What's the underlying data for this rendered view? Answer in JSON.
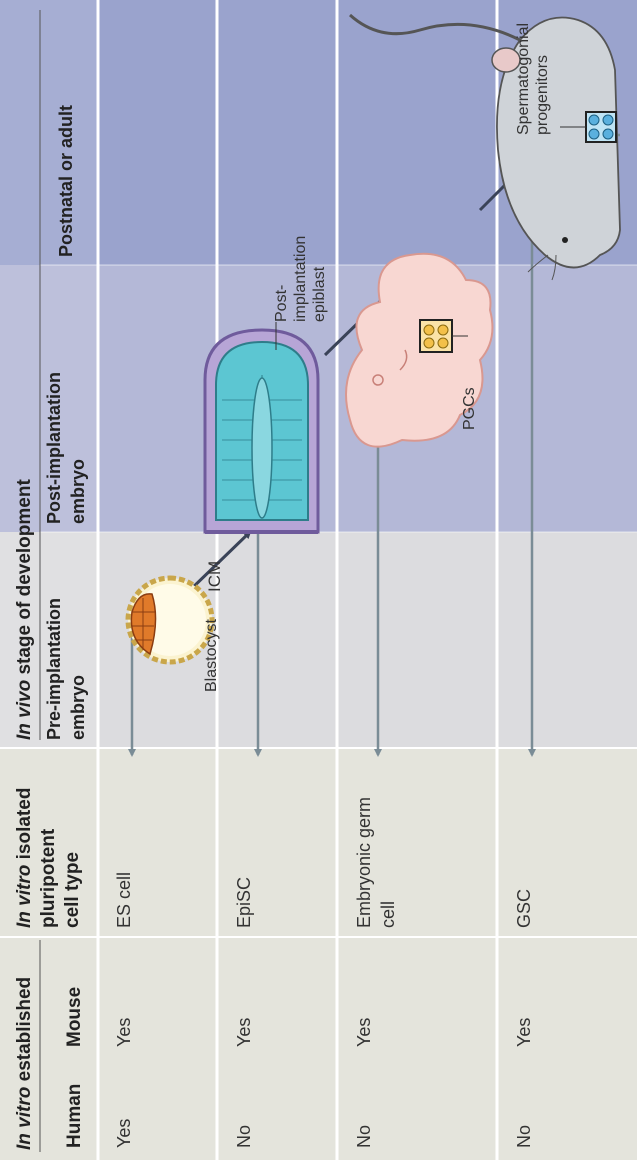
{
  "header": {
    "in_vitro_established_italic": "In vitro",
    "in_vitro_established_rest": " established",
    "human": "Human",
    "mouse": "Mouse",
    "cell_type_italic": "In vitro",
    "cell_type_line1_rest": " isolated",
    "cell_type_line2": "pluripotent",
    "cell_type_line3": "cell type",
    "stage_italic": "In vivo",
    "stage_rest": " stage of development",
    "stages": [
      {
        "line1": "Pre-implantation",
        "line2": "embryo"
      },
      {
        "line1": "Post-implantation",
        "line2": "embryo"
      },
      {
        "line1": "Postnatal or adult",
        "line2": ""
      }
    ]
  },
  "rows": [
    {
      "human": "Yes",
      "mouse": "Yes",
      "cell_type_line1": "ES cell",
      "cell_type_line2": ""
    },
    {
      "human": "No",
      "mouse": "Yes",
      "cell_type_line1": "EpiSC",
      "cell_type_line2": ""
    },
    {
      "human": "No",
      "mouse": "Yes",
      "cell_type_line1": "Embryonic germ",
      "cell_type_line2": "cell"
    },
    {
      "human": "No",
      "mouse": "Yes",
      "cell_type_line1": "GSC",
      "cell_type_line2": ""
    }
  ],
  "labels": {
    "icm": "ICM",
    "blastocyst": "Blastocyst",
    "post_line1": "Post-",
    "post_line2": "implantation",
    "post_line3": "epiblast",
    "pgcs": "PGCs",
    "sperm_line1": "Spermatogonial",
    "sperm_line2": "progenitors"
  },
  "colors": {
    "left_col_bg": "#e4e4dc",
    "pre_impl_bg": "#dcdcdf",
    "post_impl_bg": "#b4b8d7",
    "postnatal_bg": "#9aa3cd",
    "row_line": "#ffffff",
    "dark_arrow": "#3a4358",
    "grey_arrow": "#7a8c96",
    "embryo_pink": "#f8d7d2",
    "mouse_body": "#cfd3d8",
    "icm_orange": "#e07a2a",
    "epiblast_cyan": "#5cc6d2",
    "epiblast_purple": "#8a76b4"
  }
}
